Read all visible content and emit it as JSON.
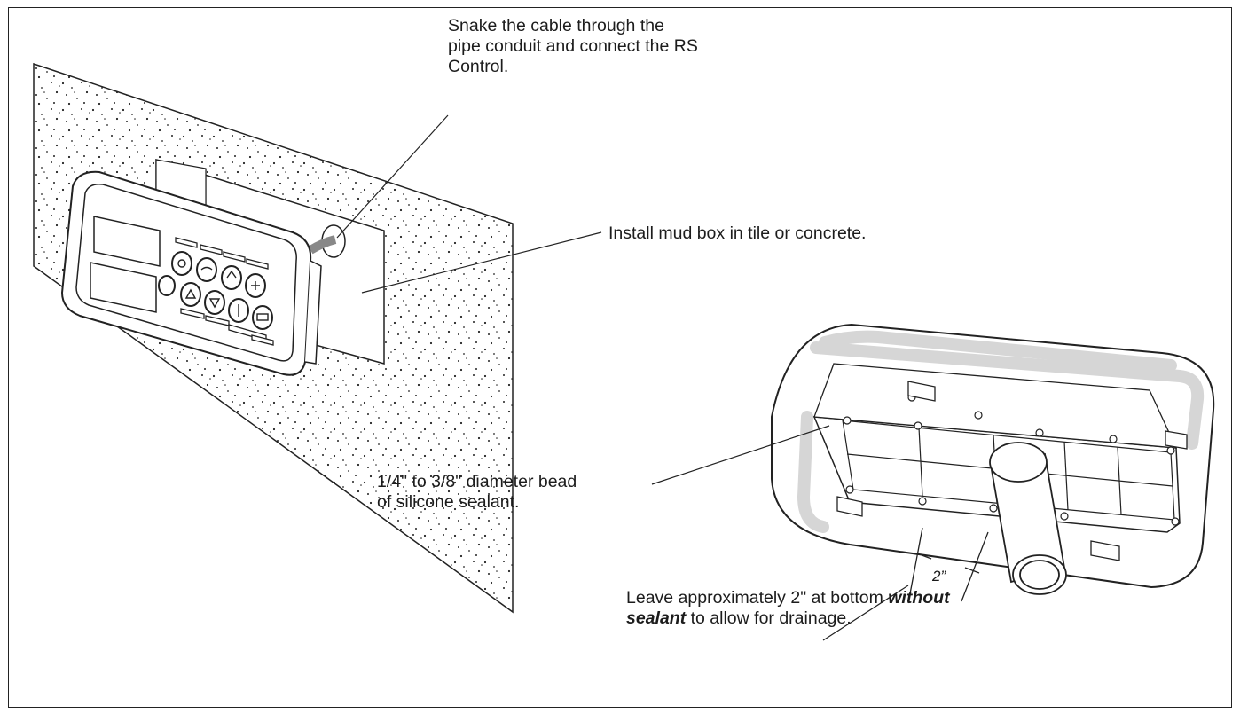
{
  "figure": {
    "callouts": {
      "snake_cable": "Snake the cable through the pipe conduit and connect the RS Control.",
      "snake_cable_lines": [
        "Snake the cable through the",
        "pipe conduit and connect the RS",
        "Control."
      ],
      "mud_box": "Install mud box in tile or concrete.",
      "bead_lines": [
        "1/4\" to 3/8\" diameter bead",
        "of silicone sealant."
      ],
      "drainage_lead": "Leave approximately 2\" at bottom ",
      "drainage_emph_1": "without",
      "drainage_emph_2": "sealant",
      "drainage_tail": " to allow for drainage."
    },
    "dimension_label": "2”"
  }
}
